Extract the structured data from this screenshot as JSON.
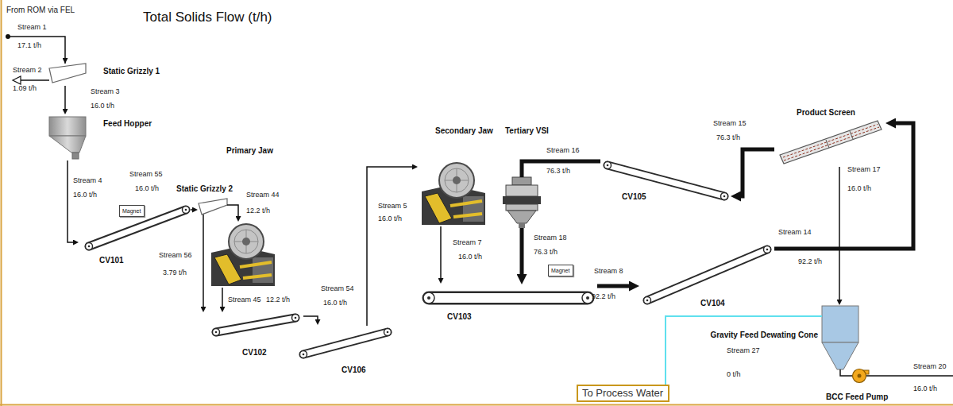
{
  "diagram": {
    "title": "Total Solids Flow (t/h)",
    "nodes": [
      {
        "text": [
          "Static Grizzly 1"
        ]
      },
      {
        "text": [
          "Feed Hopper"
        ]
      },
      {
        "text": [
          "Primary Jaw"
        ]
      },
      {
        "text": [
          "Magnet"
        ]
      },
      {
        "text": [
          "Static Grizzly 2"
        ]
      },
      {
        "text": [
          "CV101"
        ]
      },
      {
        "text": [
          "CV102"
        ]
      },
      {
        "text": [
          "CV106"
        ]
      },
      {
        "text": [
          "Secondary Jaw"
        ]
      },
      {
        "text": [
          "Tertiary VSI"
        ]
      },
      {
        "text": [
          "CV103"
        ]
      },
      {
        "text": [
          "Magnet"
        ]
      },
      {
        "text": [
          "CV104"
        ]
      },
      {
        "text": [
          "CV105"
        ]
      },
      {
        "text": [
          "Product Screen"
        ]
      },
      {
        "text": [
          "Gravity Feed Dewating Cone"
        ]
      },
      {
        "text": [
          "BCC Feed Pump"
        ]
      },
      {
        "text": [
          "To Process Water"
        ]
      }
    ],
    "edges": [
      {
        "from": 0,
        "to": 1,
        "arrow": "to"
      },
      {
        "from": 1,
        "to": 5,
        "arrow": "to"
      },
      {
        "from": 5,
        "to": 4,
        "arrow": "to"
      },
      {
        "from": 4,
        "to": 2,
        "arrow": "to"
      },
      {
        "from": 4,
        "to": 6,
        "arrow": "to"
      },
      {
        "from": 2,
        "to": 6,
        "arrow": "to"
      },
      {
        "from": 6,
        "to": 7,
        "arrow": "to"
      },
      {
        "from": 7,
        "to": 8,
        "arrow": "to"
      },
      {
        "from": 8,
        "to": 10,
        "arrow": "to"
      },
      {
        "from": 9,
        "to": 10,
        "arrow": "to"
      },
      {
        "from": 10,
        "to": 12,
        "arrow": "to"
      },
      {
        "from": 12,
        "to": 14,
        "arrow": "to"
      },
      {
        "from": 14,
        "to": 13,
        "arrow": "to"
      },
      {
        "from": 13,
        "to": 9,
        "arrow": "none"
      },
      {
        "from": 14,
        "to": 15,
        "arrow": "to"
      },
      {
        "from": 15,
        "to": 16,
        "arrow": "none"
      },
      {
        "from": 15,
        "to": 17,
        "arrow": "none"
      }
    ],
    "labels": [
      "From ROM via FEL",
      "Stream 1",
      "17.1 t/h",
      "Stream 2",
      "1.09 t/h",
      "Stream 3",
      "16.0 t/h",
      "Stream 4",
      "16.0 t/h",
      "Stream 55",
      "16.0 t/h",
      "Stream 56",
      "3.79 t/h",
      "Stream 44",
      "12.2 t/h",
      "Stream 45",
      "12.2 t/h",
      "Stream 54",
      "16.0 t/h",
      "Stream 5",
      "16.0 t/h",
      "Stream 7",
      "16.0 t/h",
      "Stream 16",
      "76.3 t/h",
      "Stream 18",
      "76.3 t/h",
      "Stream 8",
      "92.2 t/h",
      "Stream 15",
      "76.3 t/h",
      "Stream 14",
      "92.2 t/h",
      "Stream 17",
      "16.0 t/h",
      "Stream 27",
      "0 t/h",
      "Stream 20",
      "16.0 t/h"
    ]
  }
}
